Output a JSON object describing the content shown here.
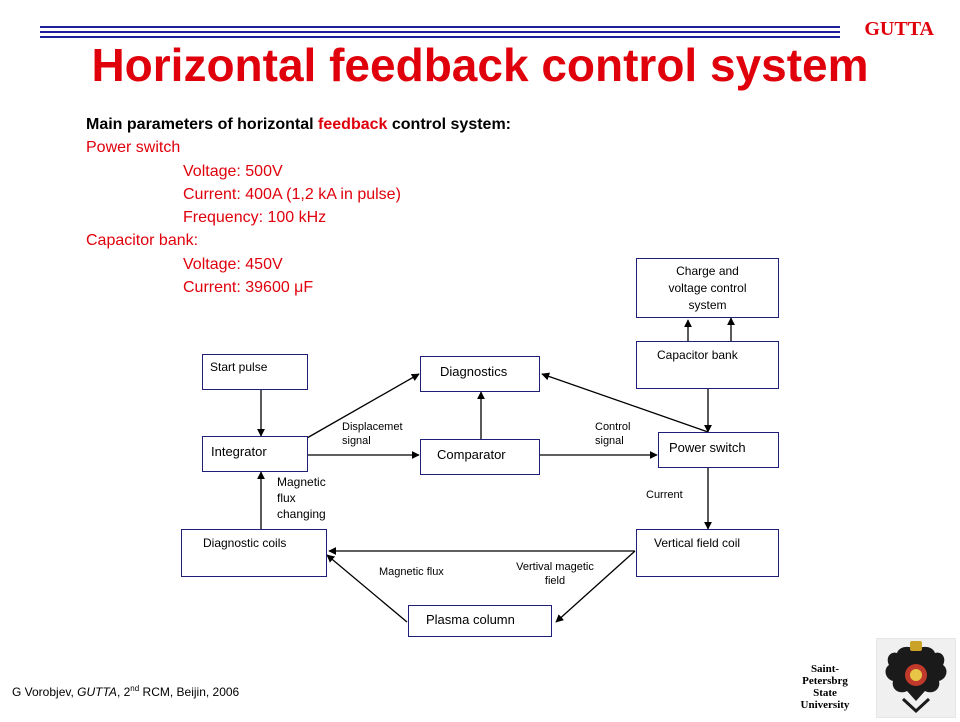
{
  "brand": "GUTTA",
  "title": "Horizontal feedback control system",
  "params": {
    "heading_pre": "Main parameters of horizontal ",
    "heading_hl": "feedback",
    "heading_post": " control system:",
    "power_switch": {
      "label": "Power switch",
      "lines": [
        "Voltage: 500V",
        "Current: 400A (1,2 kA in pulse)",
        "Frequency: 100 kHz"
      ]
    },
    "capacitor_bank": {
      "label": "Capacitor bank:",
      "lines": [
        "Voltage: 450V",
        "Current: 39600 μF"
      ]
    }
  },
  "diagram": {
    "boxes": {
      "charge": [
        "Charge and",
        "voltage  control",
        "system"
      ],
      "capacitor_bank": "Capacitor bank",
      "start_pulse": "Start pulse",
      "diagnostics": "Diagnostics",
      "integrator": "Integrator",
      "comparator": "Comparator",
      "power_switch": "Power switch",
      "diagnostic_coils": "Diagnostic coils",
      "vertical_field_coil": "Vertical field coil",
      "plasma_column": "Plasma column"
    },
    "labels": {
      "displacement": [
        "Displacemet",
        "signal"
      ],
      "control": [
        "Control",
        "signal"
      ],
      "magnetic_flux_changing": [
        "Magnetic",
        "flux",
        "changing"
      ],
      "current": "Current",
      "magnetic_flux": "Magnetic flux",
      "vertical_field": [
        "Vertival magetic",
        "field"
      ]
    },
    "line_color": "#1f1f7a",
    "arrow_color": "#000000"
  },
  "footer": {
    "author_pre": "G Vorobjev, ",
    "author_italic": "GUTTA",
    "author_mid": ", 2",
    "author_sup": "nd",
    "author_post": " RCM,  Beijin, 2006",
    "uni_line1": "Saint-Petersbrg",
    "uni_line2": "State University"
  }
}
